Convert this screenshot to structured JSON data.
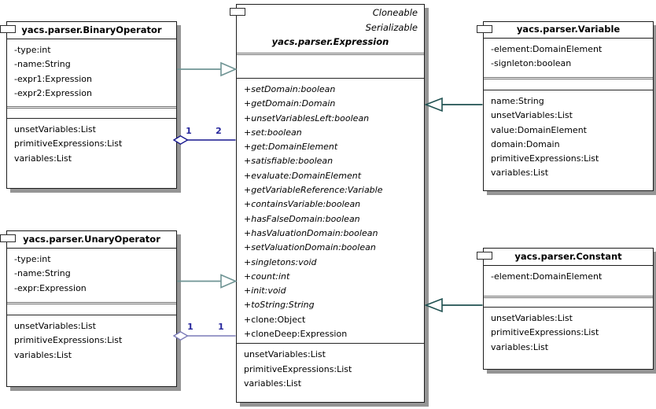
{
  "classes": {
    "binary_operator": {
      "title": "yacs.parser.BinaryOperator",
      "attributes": [
        "-type:int",
        "-name:String",
        "-expr1:Expression",
        "-expr2:Expression"
      ],
      "properties": [
        "unsetVariables:List",
        "primitiveExpressions:List",
        "variables:List"
      ]
    },
    "unary_operator": {
      "title": "yacs.parser.UnaryOperator",
      "attributes": [
        "-type:int",
        "-name:String",
        "-expr:Expression"
      ],
      "properties": [
        "unsetVariables:List",
        "primitiveExpressions:List",
        "variables:List"
      ]
    },
    "expression": {
      "interfaces": [
        "Cloneable",
        "Serializable"
      ],
      "title": "yacs.parser.Expression",
      "abstract_methods": [
        "+setDomain:boolean",
        "+getDomain:Domain",
        "+unsetVariablesLeft:boolean",
        "+set:boolean",
        "+get:DomainElement",
        "+satisfiable:boolean",
        "+evaluate:DomainElement",
        "+getVariableReference:Variable",
        "+containsVariable:boolean",
        "+hasFalseDomain:boolean",
        "+hasValuationDomain:boolean",
        "+setValuationDomain:boolean",
        "+singletons:void",
        "+count:int",
        "+init:void",
        "+toString:String"
      ],
      "concrete_methods": [
        "+clone:Object",
        "+cloneDeep:Expression"
      ],
      "properties": [
        "unsetVariables:List",
        "primitiveExpressions:List",
        "variables:List"
      ]
    },
    "variable": {
      "title": "yacs.parser.Variable",
      "attributes": [
        "-element:DomainElement",
        "-signleton:boolean"
      ],
      "properties": [
        "name:String",
        "unsetVariables:List",
        "value:DomainElement",
        "domain:Domain",
        "primitiveExpressions:List",
        "variables:List"
      ]
    },
    "constant": {
      "title": "yacs.parser.Constant",
      "attributes": [
        "-element:DomainElement"
      ],
      "properties": [
        "unsetVariables:List",
        "primitiveExpressions:List",
        "variables:List"
      ]
    }
  },
  "connectors": {
    "binary_aggregation": {
      "mult_source": "1",
      "mult_target": "2"
    },
    "unary_aggregation": {
      "mult_source": "1",
      "mult_target": "1"
    }
  },
  "colors": {
    "gen_left": "#6f9494",
    "gen_right": "#1f5151",
    "agg_binary": "#16168e",
    "agg_unary": "#7a7ab8",
    "multiplicity": "#26269c",
    "shape_fill": "#ffffff"
  }
}
